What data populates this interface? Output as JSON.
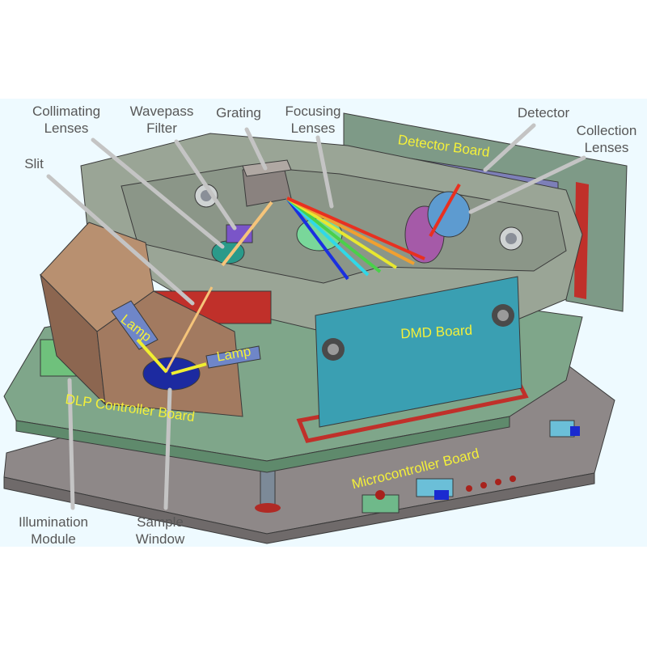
{
  "diagram": {
    "callouts": {
      "collimating_1": "Collimating",
      "collimating_2": "Lenses",
      "wavepass_1": "Wavepass",
      "wavepass_2": "Filter",
      "grating": "Grating",
      "focusing_1": "Focusing",
      "focusing_2": "Lenses",
      "detector": "Detector",
      "collection_1": "Collection",
      "collection_2": "Lenses",
      "slit": "Slit",
      "illumination_1": "Illumination",
      "illumination_2": "Module",
      "sample_1": "Sample",
      "sample_2": "Window"
    },
    "board_labels": {
      "detector_board": "Detector Board",
      "dmd_board": "DMD Board",
      "dlp_controller_board": "DLP Controller Board",
      "microcontroller_board": "Microcontroller Board",
      "lamp_left": "Lamp",
      "lamp_right": "Lamp"
    },
    "colors": {
      "background": "#eefaff",
      "callout_text": "#575757",
      "board_label_text": "#f4f03a",
      "leader_line": "#c4c4c4",
      "housing": "#9aa596",
      "dlp_board": "#7fa68a",
      "microcontroller_board": "#8e8888",
      "dmd_board": "#3a9fb2",
      "illumination_module": "#a27a60"
    }
  }
}
